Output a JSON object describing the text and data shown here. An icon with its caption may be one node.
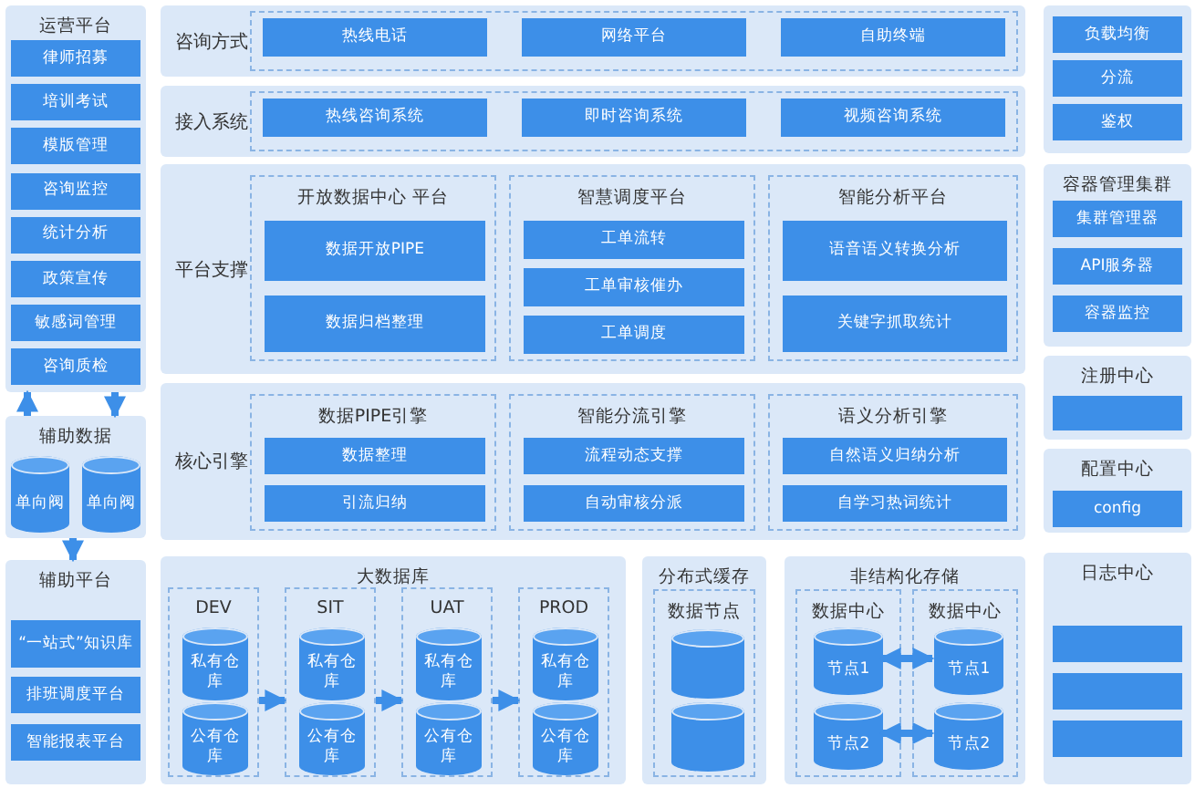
{
  "diagram": {
    "nodes": [
      {
        "text": [
          "运营平台"
        ]
      },
      {
        "text": [
          "律师招募"
        ],
        "in": 0
      },
      {
        "text": [
          "培训考试"
        ],
        "in": 0
      },
      {
        "text": [
          "模版管理"
        ],
        "in": 0
      },
      {
        "text": [
          "咨询监控"
        ],
        "in": 0
      },
      {
        "text": [
          "统计分析"
        ],
        "in": 0
      },
      {
        "text": [
          "政策宣传"
        ],
        "in": 0
      },
      {
        "text": [
          "敏感词管理"
        ],
        "in": 0
      },
      {
        "text": [
          "咨询质检"
        ],
        "in": 0
      },
      {
        "text": [
          "辅助数据"
        ]
      },
      {
        "text": [
          "单向阀"
        ],
        "in": 9
      },
      {
        "text": [
          "单向阀"
        ],
        "in": 9
      },
      {
        "text": [
          "辅助平台"
        ]
      },
      {
        "text": [
          "“一站式”知识库"
        ],
        "in": 12
      },
      {
        "text": [
          "排班调度平台"
        ],
        "in": 12
      },
      {
        "text": [
          "智能报表平台"
        ],
        "in": 12
      },
      {
        "text": [
          "咨询方式"
        ]
      },
      {
        "text": [
          "热线电话"
        ],
        "in": 16
      },
      {
        "text": [
          "网络平台"
        ],
        "in": 16
      },
      {
        "text": [
          "自助终端"
        ],
        "in": 16
      },
      {
        "text": [
          "接入系统"
        ]
      },
      {
        "text": [
          "热线咨询系统"
        ],
        "in": 20
      },
      {
        "text": [
          "即时咨询系统"
        ],
        "in": 20
      },
      {
        "text": [
          "视频咨询系统"
        ],
        "in": 20
      },
      {
        "text": [
          "平台支撑"
        ]
      },
      {
        "text": [
          "开放数据中心 平台"
        ],
        "in": 24
      },
      {
        "text": [
          "数据开放PIPE"
        ],
        "in": 25
      },
      {
        "text": [
          "数据归档整理"
        ],
        "in": 25
      },
      {
        "text": [
          "智慧调度平台"
        ],
        "in": 24
      },
      {
        "text": [
          "工单流转"
        ],
        "in": 28
      },
      {
        "text": [
          "工单审核催办"
        ],
        "in": 28
      },
      {
        "text": [
          "工单调度"
        ],
        "in": 28
      },
      {
        "text": [
          "智能分析平台"
        ],
        "in": 24
      },
      {
        "text": [
          "语音语义转换分析"
        ],
        "in": 32
      },
      {
        "text": [
          "关键字抓取统计"
        ],
        "in": 32
      },
      {
        "text": [
          "核心引擎"
        ]
      },
      {
        "text": [
          "数据PIPE引擎"
        ],
        "in": 35
      },
      {
        "text": [
          "数据整理"
        ],
        "in": 36
      },
      {
        "text": [
          "引流归纳"
        ],
        "in": 36
      },
      {
        "text": [
          "智能分流引擎"
        ],
        "in": 35
      },
      {
        "text": [
          "流程动态支撑"
        ],
        "in": 39
      },
      {
        "text": [
          "自动审核分派"
        ],
        "in": 39
      },
      {
        "text": [
          "语义分析引擎"
        ],
        "in": 35
      },
      {
        "text": [
          "自然语义归纳分析"
        ],
        "in": 42
      },
      {
        "text": [
          "自学习热词统计"
        ],
        "in": 42
      },
      {
        "text": [
          "大数据库"
        ]
      },
      {
        "text": [
          "DEV"
        ],
        "in": 45
      },
      {
        "text": [
          "私有仓库"
        ],
        "in": 46
      },
      {
        "text": [
          "公有仓库"
        ],
        "in": 46
      },
      {
        "text": [
          "SIT"
        ],
        "in": 45
      },
      {
        "text": [
          "私有仓库"
        ],
        "in": 49
      },
      {
        "text": [
          "公有仓库"
        ],
        "in": 49
      },
      {
        "text": [
          "UAT"
        ],
        "in": 45
      },
      {
        "text": [
          "私有仓库"
        ],
        "in": 52
      },
      {
        "text": [
          "公有仓库"
        ],
        "in": 52
      },
      {
        "text": [
          "PROD"
        ],
        "in": 45
      },
      {
        "text": [
          "私有仓库"
        ],
        "in": 55
      },
      {
        "text": [
          "公有仓库"
        ],
        "in": 55
      },
      {
        "text": [
          "分布式缓存"
        ]
      },
      {
        "text": [
          "数据节点"
        ],
        "in": 58
      },
      {
        "text": [],
        "shape": "cylinder",
        "in": 59
      },
      {
        "text": [],
        "shape": "cylinder",
        "in": 59
      },
      {
        "text": [
          "非结构化存储"
        ]
      },
      {
        "text": [
          "数据中心"
        ],
        "in": 62
      },
      {
        "text": [
          "节点1"
        ],
        "in": 63
      },
      {
        "text": [
          "节点2"
        ],
        "in": 63
      },
      {
        "text": [
          "数据中心"
        ],
        "in": 62
      },
      {
        "text": [
          "节点1"
        ],
        "in": 66
      },
      {
        "text": [
          "节点2"
        ],
        "in": 66
      },
      {
        "text": [],
        "shape": "box"
      },
      {
        "text": [
          "负载均衡"
        ],
        "in": 69
      },
      {
        "text": [
          "分流"
        ],
        "in": 69
      },
      {
        "text": [
          "鉴权"
        ],
        "in": 69
      },
      {
        "text": [
          "容器管理集群"
        ]
      },
      {
        "text": [
          "集群管理器"
        ],
        "in": 73
      },
      {
        "text": [
          "API服务器"
        ],
        "in": 73
      },
      {
        "text": [
          "容器监控"
        ],
        "in": 73
      },
      {
        "text": [
          "注册中心"
        ]
      },
      {
        "text": [],
        "shape": "box",
        "in": 77
      },
      {
        "text": [
          "配置中心"
        ]
      },
      {
        "text": [
          "config"
        ],
        "in": 79
      },
      {
        "text": [
          "日志中心"
        ]
      },
      {
        "text": [],
        "shape": "box",
        "in": 81
      },
      {
        "text": [],
        "shape": "box",
        "in": 81
      },
      {
        "text": [],
        "shape": "box",
        "in": 81
      }
    ],
    "edges": [
      {
        "from": 9,
        "to": 0,
        "arrow": "to"
      },
      {
        "from": 0,
        "to": 9,
        "arrow": "to"
      },
      {
        "from": 9,
        "to": 12,
        "arrow": "to"
      },
      {
        "from": 46,
        "to": 49,
        "arrow": "to"
      },
      {
        "from": 49,
        "to": 52,
        "arrow": "to"
      },
      {
        "from": 52,
        "to": 55,
        "arrow": "to"
      },
      {
        "from": 64,
        "to": 67,
        "arrow": "both"
      },
      {
        "from": 65,
        "to": 68,
        "arrow": "both"
      }
    ]
  }
}
